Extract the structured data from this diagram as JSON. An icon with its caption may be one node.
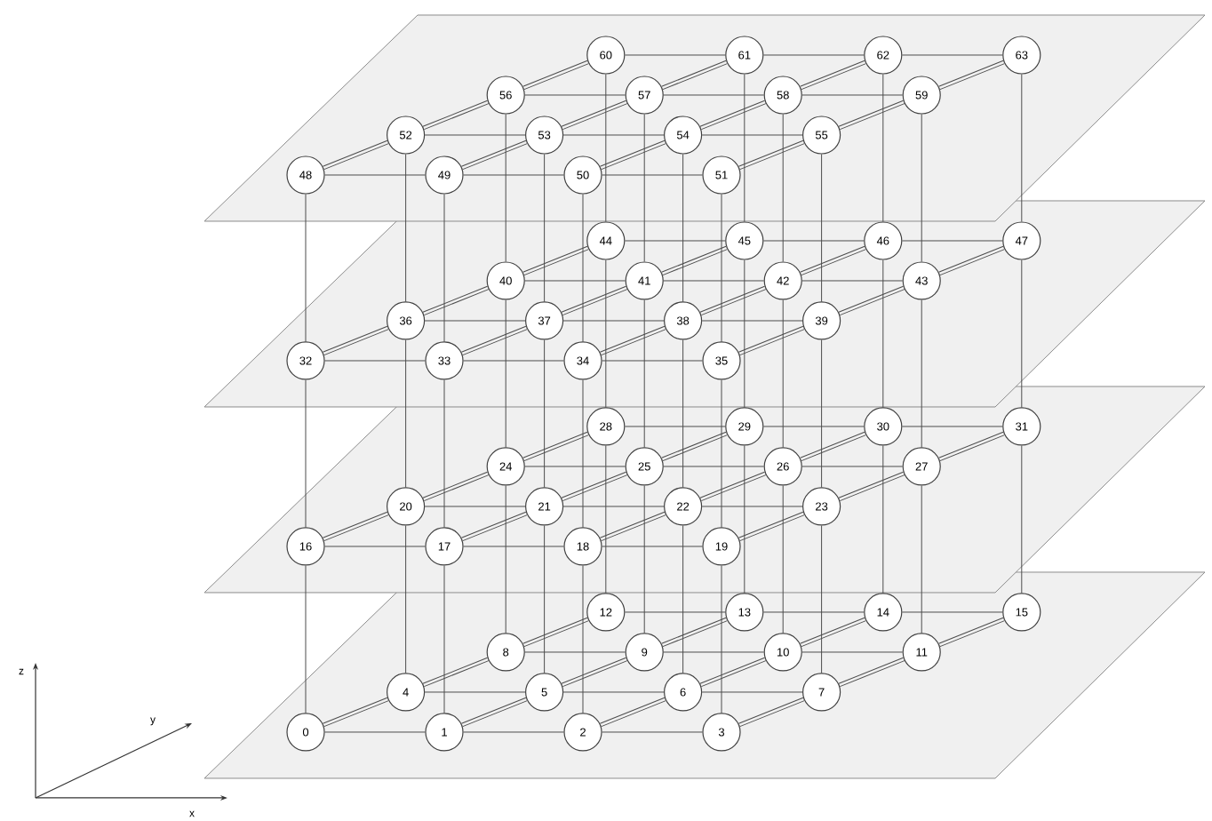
{
  "diagram": {
    "nodes": [
      {
        "text": [
          "0"
        ]
      },
      {
        "text": [
          "1"
        ]
      },
      {
        "text": [
          "2"
        ]
      },
      {
        "text": [
          "3"
        ]
      },
      {
        "text": [
          "4"
        ]
      },
      {
        "text": [
          "5"
        ]
      },
      {
        "text": [
          "6"
        ]
      },
      {
        "text": [
          "7"
        ]
      },
      {
        "text": [
          "8"
        ]
      },
      {
        "text": [
          "9"
        ]
      },
      {
        "text": [
          "10"
        ]
      },
      {
        "text": [
          "11"
        ]
      },
      {
        "text": [
          "12"
        ]
      },
      {
        "text": [
          "13"
        ]
      },
      {
        "text": [
          "14"
        ]
      },
      {
        "text": [
          "15"
        ]
      },
      {
        "text": [
          "16"
        ]
      },
      {
        "text": [
          "17"
        ]
      },
      {
        "text": [
          "18"
        ]
      },
      {
        "text": [
          "19"
        ]
      },
      {
        "text": [
          "20"
        ]
      },
      {
        "text": [
          "21"
        ]
      },
      {
        "text": [
          "22"
        ]
      },
      {
        "text": [
          "23"
        ]
      },
      {
        "text": [
          "24"
        ]
      },
      {
        "text": [
          "25"
        ]
      },
      {
        "text": [
          "26"
        ]
      },
      {
        "text": [
          "27"
        ]
      },
      {
        "text": [
          "28"
        ]
      },
      {
        "text": [
          "29"
        ]
      },
      {
        "text": [
          "30"
        ]
      },
      {
        "text": [
          "31"
        ]
      },
      {
        "text": [
          "32"
        ]
      },
      {
        "text": [
          "33"
        ]
      },
      {
        "text": [
          "34"
        ]
      },
      {
        "text": [
          "35"
        ]
      },
      {
        "text": [
          "36"
        ]
      },
      {
        "text": [
          "37"
        ]
      },
      {
        "text": [
          "38"
        ]
      },
      {
        "text": [
          "39"
        ]
      },
      {
        "text": [
          "40"
        ]
      },
      {
        "text": [
          "41"
        ]
      },
      {
        "text": [
          "42"
        ]
      },
      {
        "text": [
          "43"
        ]
      },
      {
        "text": [
          "44"
        ]
      },
      {
        "text": [
          "45"
        ]
      },
      {
        "text": [
          "46"
        ]
      },
      {
        "text": [
          "47"
        ]
      },
      {
        "text": [
          "48"
        ]
      },
      {
        "text": [
          "49"
        ]
      },
      {
        "text": [
          "50"
        ]
      },
      {
        "text": [
          "51"
        ]
      },
      {
        "text": [
          "52"
        ]
      },
      {
        "text": [
          "53"
        ]
      },
      {
        "text": [
          "54"
        ]
      },
      {
        "text": [
          "55"
        ]
      },
      {
        "text": [
          "56"
        ]
      },
      {
        "text": [
          "57"
        ]
      },
      {
        "text": [
          "58"
        ]
      },
      {
        "text": [
          "59"
        ]
      },
      {
        "text": [
          "60"
        ]
      },
      {
        "text": [
          "61"
        ]
      },
      {
        "text": [
          "62"
        ]
      },
      {
        "text": [
          "63"
        ]
      }
    ],
    "edges": [
      {
        "from": 0,
        "to": 1,
        "arrow": "none"
      },
      {
        "from": 1,
        "to": 2,
        "arrow": "none"
      },
      {
        "from": 2,
        "to": 3,
        "arrow": "none"
      },
      {
        "from": 4,
        "to": 5,
        "arrow": "none"
      },
      {
        "from": 5,
        "to": 6,
        "arrow": "none"
      },
      {
        "from": 6,
        "to": 7,
        "arrow": "none"
      },
      {
        "from": 8,
        "to": 9,
        "arrow": "none"
      },
      {
        "from": 9,
        "to": 10,
        "arrow": "none"
      },
      {
        "from": 10,
        "to": 11,
        "arrow": "none"
      },
      {
        "from": 12,
        "to": 13,
        "arrow": "none"
      },
      {
        "from": 13,
        "to": 14,
        "arrow": "none"
      },
      {
        "from": 14,
        "to": 15,
        "arrow": "none"
      },
      {
        "from": 0,
        "to": 4,
        "arrow": "none",
        "style": "thick"
      },
      {
        "from": 1,
        "to": 5,
        "arrow": "none",
        "style": "thick"
      },
      {
        "from": 2,
        "to": 6,
        "arrow": "none",
        "style": "thick"
      },
      {
        "from": 3,
        "to": 7,
        "arrow": "none",
        "style": "thick"
      },
      {
        "from": 4,
        "to": 8,
        "arrow": "none",
        "style": "thick"
      },
      {
        "from": 5,
        "to": 9,
        "arrow": "none",
        "style": "thick"
      },
      {
        "from": 6,
        "to": 10,
        "arrow": "none",
        "style": "thick"
      },
      {
        "from": 7,
        "to": 11,
        "arrow": "none",
        "style": "thick"
      },
      {
        "from": 8,
        "to": 12,
        "arrow": "none",
        "style": "thick"
      },
      {
        "from": 9,
        "to": 13,
        "arrow": "none",
        "style": "thick"
      },
      {
        "from": 10,
        "to": 14,
        "arrow": "none",
        "style": "thick"
      },
      {
        "from": 11,
        "to": 15,
        "arrow": "none",
        "style": "thick"
      },
      {
        "from": 16,
        "to": 17,
        "arrow": "none"
      },
      {
        "from": 17,
        "to": 18,
        "arrow": "none"
      },
      {
        "from": 18,
        "to": 19,
        "arrow": "none"
      },
      {
        "from": 20,
        "to": 21,
        "arrow": "none"
      },
      {
        "from": 21,
        "to": 22,
        "arrow": "none"
      },
      {
        "from": 22,
        "to": 23,
        "arrow": "none"
      },
      {
        "from": 24,
        "to": 25,
        "arrow": "none"
      },
      {
        "from": 25,
        "to": 26,
        "arrow": "none"
      },
      {
        "from": 26,
        "to": 27,
        "arrow": "none"
      },
      {
        "from": 28,
        "to": 29,
        "arrow": "none"
      },
      {
        "from": 29,
        "to": 30,
        "arrow": "none"
      },
      {
        "from": 30,
        "to": 31,
        "arrow": "none"
      },
      {
        "from": 16,
        "to": 20,
        "arrow": "none",
        "style": "thick"
      },
      {
        "from": 17,
        "to": 21,
        "arrow": "none",
        "style": "thick"
      },
      {
        "from": 18,
        "to": 22,
        "arrow": "none",
        "style": "thick"
      },
      {
        "from": 19,
        "to": 23,
        "arrow": "none",
        "style": "thick"
      },
      {
        "from": 20,
        "to": 24,
        "arrow": "none",
        "style": "thick"
      },
      {
        "from": 21,
        "to": 25,
        "arrow": "none",
        "style": "thick"
      },
      {
        "from": 22,
        "to": 26,
        "arrow": "none",
        "style": "thick"
      },
      {
        "from": 23,
        "to": 27,
        "arrow": "none",
        "style": "thick"
      },
      {
        "from": 24,
        "to": 28,
        "arrow": "none",
        "style": "thick"
      },
      {
        "from": 25,
        "to": 29,
        "arrow": "none",
        "style": "thick"
      },
      {
        "from": 26,
        "to": 30,
        "arrow": "none",
        "style": "thick"
      },
      {
        "from": 27,
        "to": 31,
        "arrow": "none",
        "style": "thick"
      },
      {
        "from": 32,
        "to": 33,
        "arrow": "none"
      },
      {
        "from": 33,
        "to": 34,
        "arrow": "none"
      },
      {
        "from": 34,
        "to": 35,
        "arrow": "none"
      },
      {
        "from": 36,
        "to": 37,
        "arrow": "none"
      },
      {
        "from": 37,
        "to": 38,
        "arrow": "none"
      },
      {
        "from": 38,
        "to": 39,
        "arrow": "none"
      },
      {
        "from": 40,
        "to": 41,
        "arrow": "none"
      },
      {
        "from": 41,
        "to": 42,
        "arrow": "none"
      },
      {
        "from": 42,
        "to": 43,
        "arrow": "none"
      },
      {
        "from": 44,
        "to": 45,
        "arrow": "none"
      },
      {
        "from": 45,
        "to": 46,
        "arrow": "none"
      },
      {
        "from": 46,
        "to": 47,
        "arrow": "none"
      },
      {
        "from": 32,
        "to": 36,
        "arrow": "none",
        "style": "thick"
      },
      {
        "from": 33,
        "to": 37,
        "arrow": "none",
        "style": "thick"
      },
      {
        "from": 34,
        "to": 38,
        "arrow": "none",
        "style": "thick"
      },
      {
        "from": 35,
        "to": 39,
        "arrow": "none",
        "style": "thick"
      },
      {
        "from": 36,
        "to": 40,
        "arrow": "none",
        "style": "thick"
      },
      {
        "from": 37,
        "to": 41,
        "arrow": "none",
        "style": "thick"
      },
      {
        "from": 38,
        "to": 42,
        "arrow": "none",
        "style": "thick"
      },
      {
        "from": 39,
        "to": 43,
        "arrow": "none",
        "style": "thick"
      },
      {
        "from": 40,
        "to": 44,
        "arrow": "none",
        "style": "thick"
      },
      {
        "from": 41,
        "to": 45,
        "arrow": "none",
        "style": "thick"
      },
      {
        "from": 42,
        "to": 46,
        "arrow": "none",
        "style": "thick"
      },
      {
        "from": 43,
        "to": 47,
        "arrow": "none",
        "style": "thick"
      },
      {
        "from": 48,
        "to": 49,
        "arrow": "none"
      },
      {
        "from": 49,
        "to": 50,
        "arrow": "none"
      },
      {
        "from": 50,
        "to": 51,
        "arrow": "none"
      },
      {
        "from": 52,
        "to": 53,
        "arrow": "none"
      },
      {
        "from": 53,
        "to": 54,
        "arrow": "none"
      },
      {
        "from": 54,
        "to": 55,
        "arrow": "none"
      },
      {
        "from": 56,
        "to": 57,
        "arrow": "none"
      },
      {
        "from": 57,
        "to": 58,
        "arrow": "none"
      },
      {
        "from": 58,
        "to": 59,
        "arrow": "none"
      },
      {
        "from": 60,
        "to": 61,
        "arrow": "none"
      },
      {
        "from": 61,
        "to": 62,
        "arrow": "none"
      },
      {
        "from": 62,
        "to": 63,
        "arrow": "none"
      },
      {
        "from": 48,
        "to": 52,
        "arrow": "none",
        "style": "thick"
      },
      {
        "from": 49,
        "to": 53,
        "arrow": "none",
        "style": "thick"
      },
      {
        "from": 50,
        "to": 54,
        "arrow": "none",
        "style": "thick"
      },
      {
        "from": 51,
        "to": 55,
        "arrow": "none",
        "style": "thick"
      },
      {
        "from": 52,
        "to": 56,
        "arrow": "none",
        "style": "thick"
      },
      {
        "from": 53,
        "to": 57,
        "arrow": "none",
        "style": "thick"
      },
      {
        "from": 54,
        "to": 58,
        "arrow": "none",
        "style": "thick"
      },
      {
        "from": 55,
        "to": 59,
        "arrow": "none",
        "style": "thick"
      },
      {
        "from": 56,
        "to": 60,
        "arrow": "none",
        "style": "thick"
      },
      {
        "from": 57,
        "to": 61,
        "arrow": "none",
        "style": "thick"
      },
      {
        "from": 58,
        "to": 62,
        "arrow": "none",
        "style": "thick"
      },
      {
        "from": 59,
        "to": 63,
        "arrow": "none",
        "style": "thick"
      },
      {
        "from": 0,
        "to": 16,
        "arrow": "none"
      },
      {
        "from": 1,
        "to": 17,
        "arrow": "none"
      },
      {
        "from": 2,
        "to": 18,
        "arrow": "none"
      },
      {
        "from": 3,
        "to": 19,
        "arrow": "none"
      },
      {
        "from": 4,
        "to": 20,
        "arrow": "none"
      },
      {
        "from": 5,
        "to": 21,
        "arrow": "none"
      },
      {
        "from": 6,
        "to": 22,
        "arrow": "none"
      },
      {
        "from": 7,
        "to": 23,
        "arrow": "none"
      },
      {
        "from": 8,
        "to": 24,
        "arrow": "none"
      },
      {
        "from": 9,
        "to": 25,
        "arrow": "none"
      },
      {
        "from": 10,
        "to": 26,
        "arrow": "none"
      },
      {
        "from": 11,
        "to": 27,
        "arrow": "none"
      },
      {
        "from": 12,
        "to": 28,
        "arrow": "none"
      },
      {
        "from": 13,
        "to": 29,
        "arrow": "none"
      },
      {
        "from": 14,
        "to": 30,
        "arrow": "none"
      },
      {
        "from": 15,
        "to": 31,
        "arrow": "none"
      },
      {
        "from": 16,
        "to": 32,
        "arrow": "none"
      },
      {
        "from": 17,
        "to": 33,
        "arrow": "none"
      },
      {
        "from": 18,
        "to": 34,
        "arrow": "none"
      },
      {
        "from": 19,
        "to": 35,
        "arrow": "none"
      },
      {
        "from": 20,
        "to": 36,
        "arrow": "none"
      },
      {
        "from": 21,
        "to": 37,
        "arrow": "none"
      },
      {
        "from": 22,
        "to": 38,
        "arrow": "none"
      },
      {
        "from": 23,
        "to": 39,
        "arrow": "none"
      },
      {
        "from": 24,
        "to": 40,
        "arrow": "none"
      },
      {
        "from": 25,
        "to": 41,
        "arrow": "none"
      },
      {
        "from": 26,
        "to": 42,
        "arrow": "none"
      },
      {
        "from": 27,
        "to": 43,
        "arrow": "none"
      },
      {
        "from": 28,
        "to": 44,
        "arrow": "none"
      },
      {
        "from": 29,
        "to": 45,
        "arrow": "none"
      },
      {
        "from": 30,
        "to": 46,
        "arrow": "none"
      },
      {
        "from": 31,
        "to": 47,
        "arrow": "none"
      },
      {
        "from": 32,
        "to": 48,
        "arrow": "none"
      },
      {
        "from": 33,
        "to": 49,
        "arrow": "none"
      },
      {
        "from": 34,
        "to": 50,
        "arrow": "none"
      },
      {
        "from": 35,
        "to": 51,
        "arrow": "none"
      },
      {
        "from": 36,
        "to": 52,
        "arrow": "none"
      },
      {
        "from": 37,
        "to": 53,
        "arrow": "none"
      },
      {
        "from": 38,
        "to": 54,
        "arrow": "none"
      },
      {
        "from": 39,
        "to": 55,
        "arrow": "none"
      },
      {
        "from": 40,
        "to": 56,
        "arrow": "none"
      },
      {
        "from": 41,
        "to": 57,
        "arrow": "none"
      },
      {
        "from": 42,
        "to": 58,
        "arrow": "none"
      },
      {
        "from": 43,
        "to": 59,
        "arrow": "none"
      },
      {
        "from": 44,
        "to": 60,
        "arrow": "none"
      },
      {
        "from": 45,
        "to": 61,
        "arrow": "none"
      },
      {
        "from": 46,
        "to": 62,
        "arrow": "none"
      },
      {
        "from": 47,
        "to": 63,
        "arrow": "none"
      }
    ],
    "labels": [
      "z",
      "y",
      "x"
    ]
  }
}
